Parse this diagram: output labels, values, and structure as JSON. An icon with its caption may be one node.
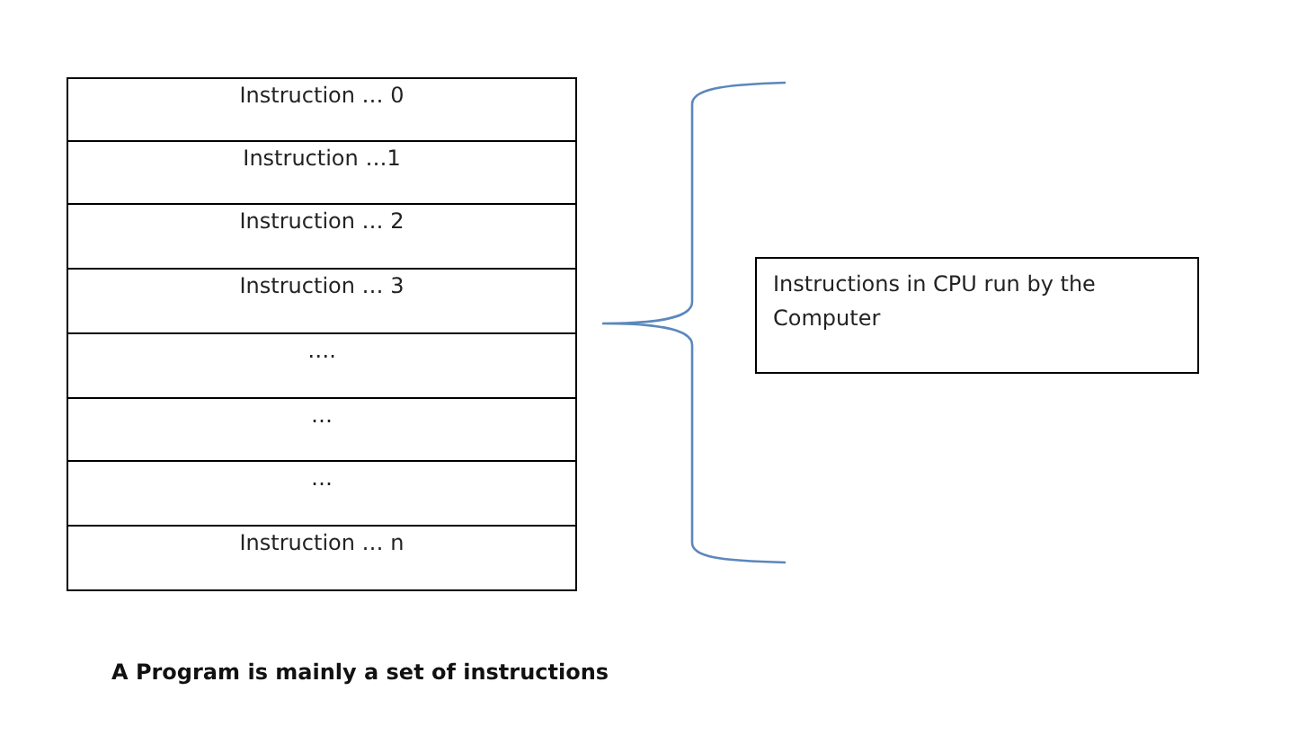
{
  "diagram": {
    "caption": "A Program is mainly a set of instructions",
    "nodes": [
      {
        "text": [
          "Instruction … 0"
        ]
      },
      {
        "text": [
          "Instruction …1"
        ]
      },
      {
        "text": [
          "Instruction … 2"
        ]
      },
      {
        "text": [
          "Instruction … 3"
        ]
      },
      {
        "text": [
          "…."
        ]
      },
      {
        "text": [
          "…"
        ]
      },
      {
        "text": [
          "…"
        ]
      },
      {
        "text": [
          "Instruction … n"
        ]
      },
      {
        "text": [
          "Instructions in CPU run by the Computer"
        ]
      }
    ],
    "edges": []
  }
}
